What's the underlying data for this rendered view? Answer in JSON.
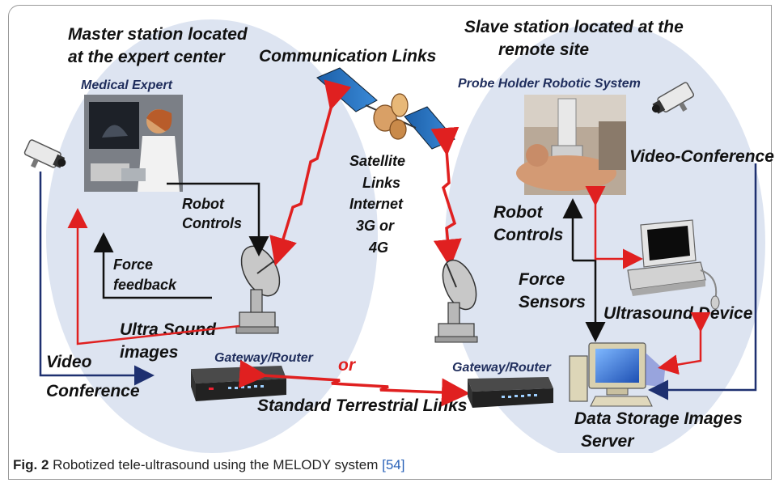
{
  "colors": {
    "ellipse": "#dde4f1",
    "red_link": "#e02020",
    "blue_arrow": "#1e3070",
    "black_arrow": "#111111"
  },
  "master": {
    "title_line1": "Master station located",
    "title_line2": "at the expert center",
    "expert_label": "Medical Expert",
    "robot_controls_line1": "Robot",
    "robot_controls_line2": "Controls",
    "force_line1": "Force",
    "force_line2": "feedback",
    "ultrasound_line1": "Ultra Sound",
    "ultrasound_line2": "images",
    "video_line1": "Video",
    "video_line2": "Conference",
    "gateway_label": "Gateway/Router"
  },
  "center": {
    "comm_title": "Communication Links",
    "sat_line1": "Satellite",
    "sat_line2": "Links",
    "sat_line3": "Internet",
    "sat_line4": "3G or",
    "sat_line5": "4G",
    "or_label": "or",
    "terrestrial_label": "Standard Terrestrial Links"
  },
  "slave": {
    "title_line1": "Slave station located  at the",
    "title_line2": "remote site",
    "probe_label": "Probe Holder Robotic System",
    "video_conf": "Video-Conference",
    "robot_controls_line1": "Robot",
    "robot_controls_line2": "Controls",
    "force_line1": "Force",
    "force_line2": "Sensors",
    "ultrasound_device": "Ultrasound Device",
    "gateway_label": "Gateway/Router",
    "storage_line1": "Data Storage Images",
    "storage_line2": "Server"
  },
  "caption": {
    "fig": "Fig. 2",
    "text": "Robotized tele-ultrasound using the MELODY system",
    "ref": "[54]"
  }
}
